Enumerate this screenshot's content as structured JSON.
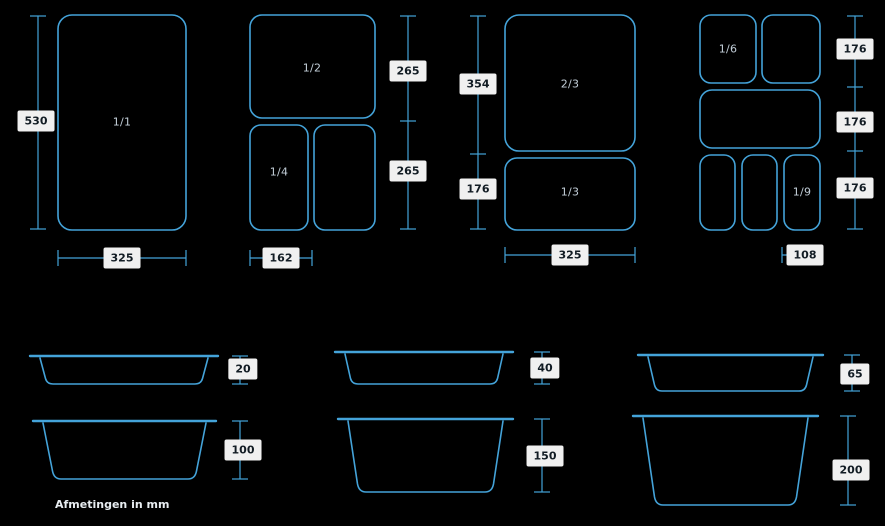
{
  "colors": {
    "background": "#000000",
    "outline": "#44a3d9",
    "dim_box_bg": "#f0f0f0",
    "dim_box_text": "#121c24",
    "pan_label": "#c2ced8"
  },
  "footer": {
    "note": "Afmetingen in mm"
  },
  "top_views": {
    "gn11": {
      "label": "1/1",
      "height_mm": "530",
      "width_mm": "325"
    },
    "gn12": {
      "label_top": "1/2",
      "label_bottom_left": "1/4",
      "height_top_mm": "265",
      "height_bottom_mm": "265",
      "width_mm": "162"
    },
    "gn23": {
      "label_top": "2/3",
      "label_bottom": "1/3",
      "height_top_mm": "354",
      "height_bottom_mm": "176",
      "width_mm": "325"
    },
    "gn16": {
      "label_top_left": "1/6",
      "label_bottom_right": "1/9",
      "height_top_mm": "176",
      "height_middle_mm": "176",
      "height_bottom_mm": "176",
      "width_mm": "108"
    }
  },
  "side_views": {
    "depth20": {
      "depth_mm": "20"
    },
    "depth40": {
      "depth_mm": "40"
    },
    "depth65": {
      "depth_mm": "65"
    },
    "depth100": {
      "depth_mm": "100"
    },
    "depth150": {
      "depth_mm": "150"
    },
    "depth200": {
      "depth_mm": "200"
    }
  }
}
